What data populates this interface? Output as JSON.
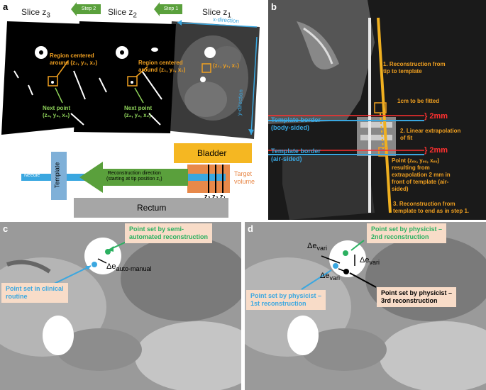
{
  "panel_a": {
    "label": "a",
    "slices": [
      "Slice z",
      "Slice z",
      "Slice z"
    ],
    "slice_subs": [
      "3",
      "2",
      "1"
    ],
    "steps": [
      "Step 2",
      "Step 1"
    ],
    "region3": "Region centered\naround (z₂, y₂, x₂)",
    "region2": "Region centered\naround (z₁, y₁, x₁)",
    "region1": "(z₁, y₁, x₁)",
    "next3": "Next point\n(z₃, y₃, x₃)",
    "next2": "Next point\n(z₂, y₂, x₂)",
    "x_direction": "x-direction",
    "y_direction": "y-direction",
    "bladder": "Bladder",
    "needle": "Needle",
    "template": "Template",
    "recon_dir": "Reconstruction direction\n(starting at tip position z₁)",
    "target_volume": "Target\nvolume",
    "z_labels": [
      "z₃",
      "z₂",
      "z₁"
    ],
    "rectum": "Rectum"
  },
  "panel_b": {
    "label": "b",
    "step1": "1. Reconstruction from\ntip to template",
    "fit": "1cm to be fitted",
    "extrap": "2. Linear extrapolation\nof fit",
    "border_body": "Template border\n(body-sided)",
    "border_air": "Template border\n(air-sided)",
    "mm1": "} 2mm",
    "mm2": "} 2mm",
    "point": "Point (zₑₓ, yₑₓ, xₑₓ)\nresulting from\nextrapolation 2 mm in\nfront of template (air-\nsided)",
    "step3": "3. Reconstruction from\ntemplate to end as in step 1."
  },
  "panel_c": {
    "label": "c",
    "semi": "Point set by semi-\nautomated reconstruction",
    "clinical": "Point set in clinical\nroutine",
    "delta": "Δe",
    "delta_sub": "auto-manual"
  },
  "panel_d": {
    "label": "d",
    "phys2": "Point set by physicist –\n2nd reconstruction",
    "phys1": "Point set by physicist –\n1st reconstruction",
    "phys3": "Point set by physicist –\n3rd reconstruction",
    "delta": "Δe",
    "delta_sub": "vari"
  },
  "colors": {
    "orange": "#f0a020",
    "green": "#5aa03c",
    "blue": "#3aa7e0",
    "red": "#ff3030",
    "bladder": "#f5b722",
    "target": "#e8894a",
    "template": "#7fb0d8",
    "rectum": "#a6a6a6",
    "label_box": "#f8dcc8"
  }
}
